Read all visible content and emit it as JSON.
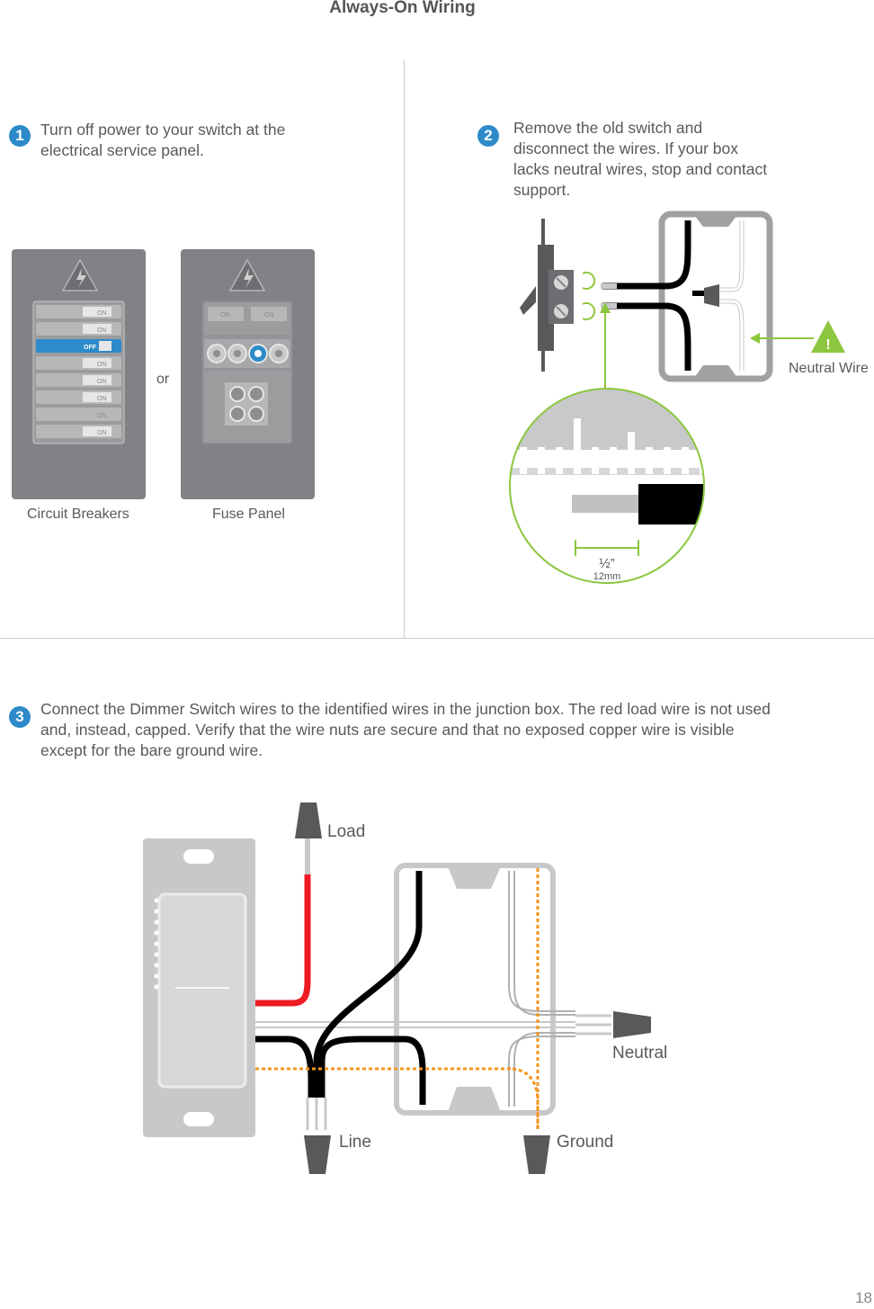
{
  "header": {
    "title": "Always-On Wiring"
  },
  "steps": [
    {
      "number": "1",
      "text": "Turn off power to your switch at the electrical service panel."
    },
    {
      "number": "2",
      "text": "Remove the old switch and disconnect the wires. If your box lacks neutral wires, stop and contact support."
    },
    {
      "number": "3",
      "text": "Connect the Dimmer Switch wires to the identified wires in the junction box. The red load wire is not used and, instead, capped. Verify that the wire nuts are secure and that no exposed copper wire is visible except for the bare ground wire."
    }
  ],
  "panels": {
    "circuit_breakers_label": "Circuit Breakers",
    "fuse_panel_label": "Fuse Panel",
    "or_label": "or",
    "breaker_on": "ON",
    "breaker_off": "OFF"
  },
  "step2": {
    "neutral_wire_label": "Neutral Wire",
    "measure_inch": "½”",
    "measure_mm": "12mm",
    "warning_glyph": "!"
  },
  "step3": {
    "load_label": "Load",
    "neutral_label": "Neutral",
    "line_label": "Line",
    "ground_label": "Ground"
  },
  "colors": {
    "accent": "#2d8bc9",
    "panel_gray": "#818285",
    "green": "#8dc63f",
    "red_wire": "#ed1c24",
    "ground_orange": "#f7941d"
  },
  "footer": {
    "page_number": "18"
  }
}
